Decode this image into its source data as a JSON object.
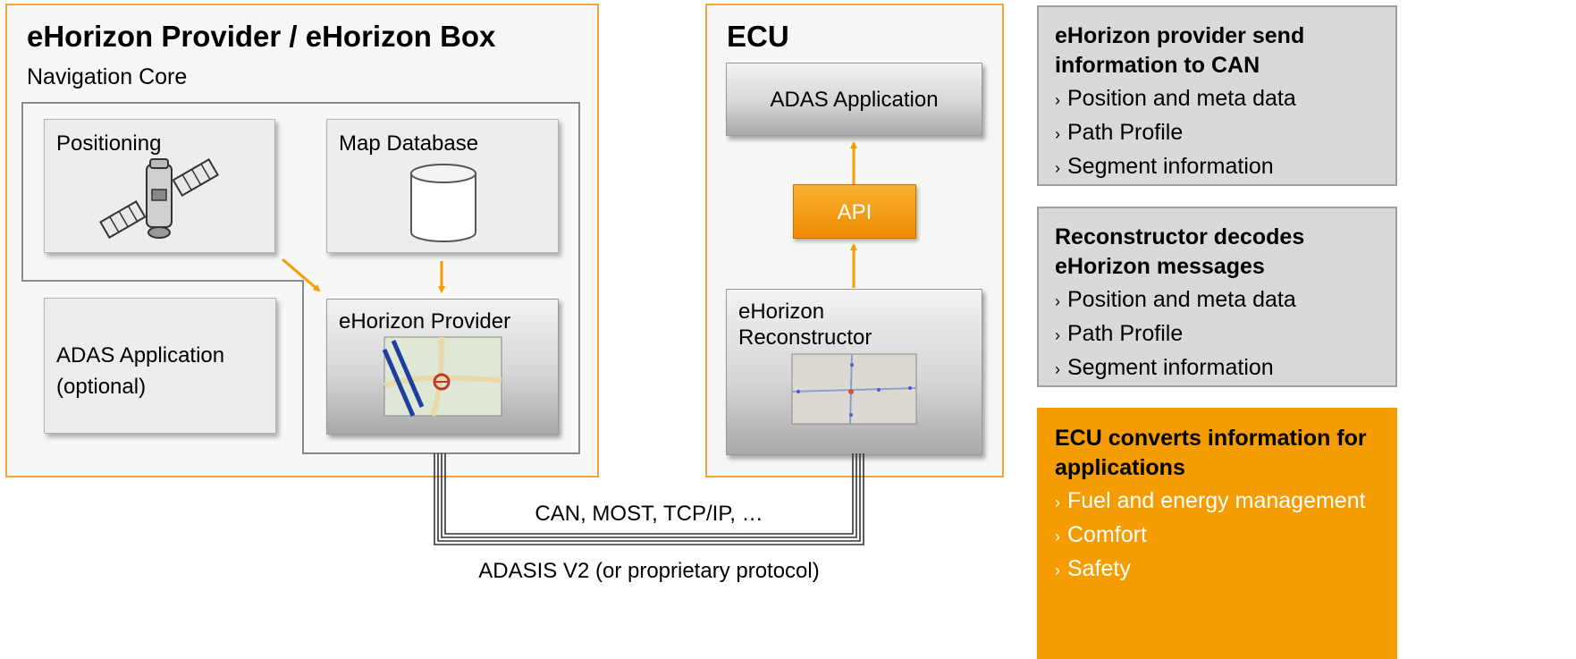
{
  "left_panel": {
    "title": "eHorizon Provider / eHorizon Box",
    "nav_core_label": "Navigation Core",
    "positioning_label": "Positioning",
    "map_database_label": "Map Database",
    "adas_optional_label_line1": "ADAS Application",
    "adas_optional_label_line2": "(optional)",
    "provider_label": "eHorizon Provider"
  },
  "ecu_panel": {
    "title": "ECU",
    "adas_label": "ADAS Application",
    "api_label": "API",
    "reconstructor_line1": "eHorizon",
    "reconstructor_line2": "Reconstructor"
  },
  "bus": {
    "label": "CAN, MOST, TCP/IP, …",
    "protocol_label": "ADASIS V2 (or proprietary protocol)"
  },
  "side_boxes": [
    {
      "heading_line1": "eHorizon provider send",
      "heading_line2": "information to CAN",
      "items": [
        "Position and meta data",
        "Path Profile",
        "Segment information"
      ]
    },
    {
      "heading_line1": "Reconstructor decodes",
      "heading_line2": "eHorizon messages",
      "items": [
        "Position and meta data",
        "Path Profile",
        "Segment information"
      ]
    },
    {
      "heading_line1": "ECU converts information for",
      "heading_line2": "applications",
      "items": [
        "Fuel and energy management",
        "Comfort",
        "Safety"
      ]
    }
  ],
  "bullet_glyph": "›",
  "colors": {
    "accent_orange": "#f59c00",
    "panel_border": "#f3a53a",
    "side_box_gray": "#d9d9d9"
  }
}
